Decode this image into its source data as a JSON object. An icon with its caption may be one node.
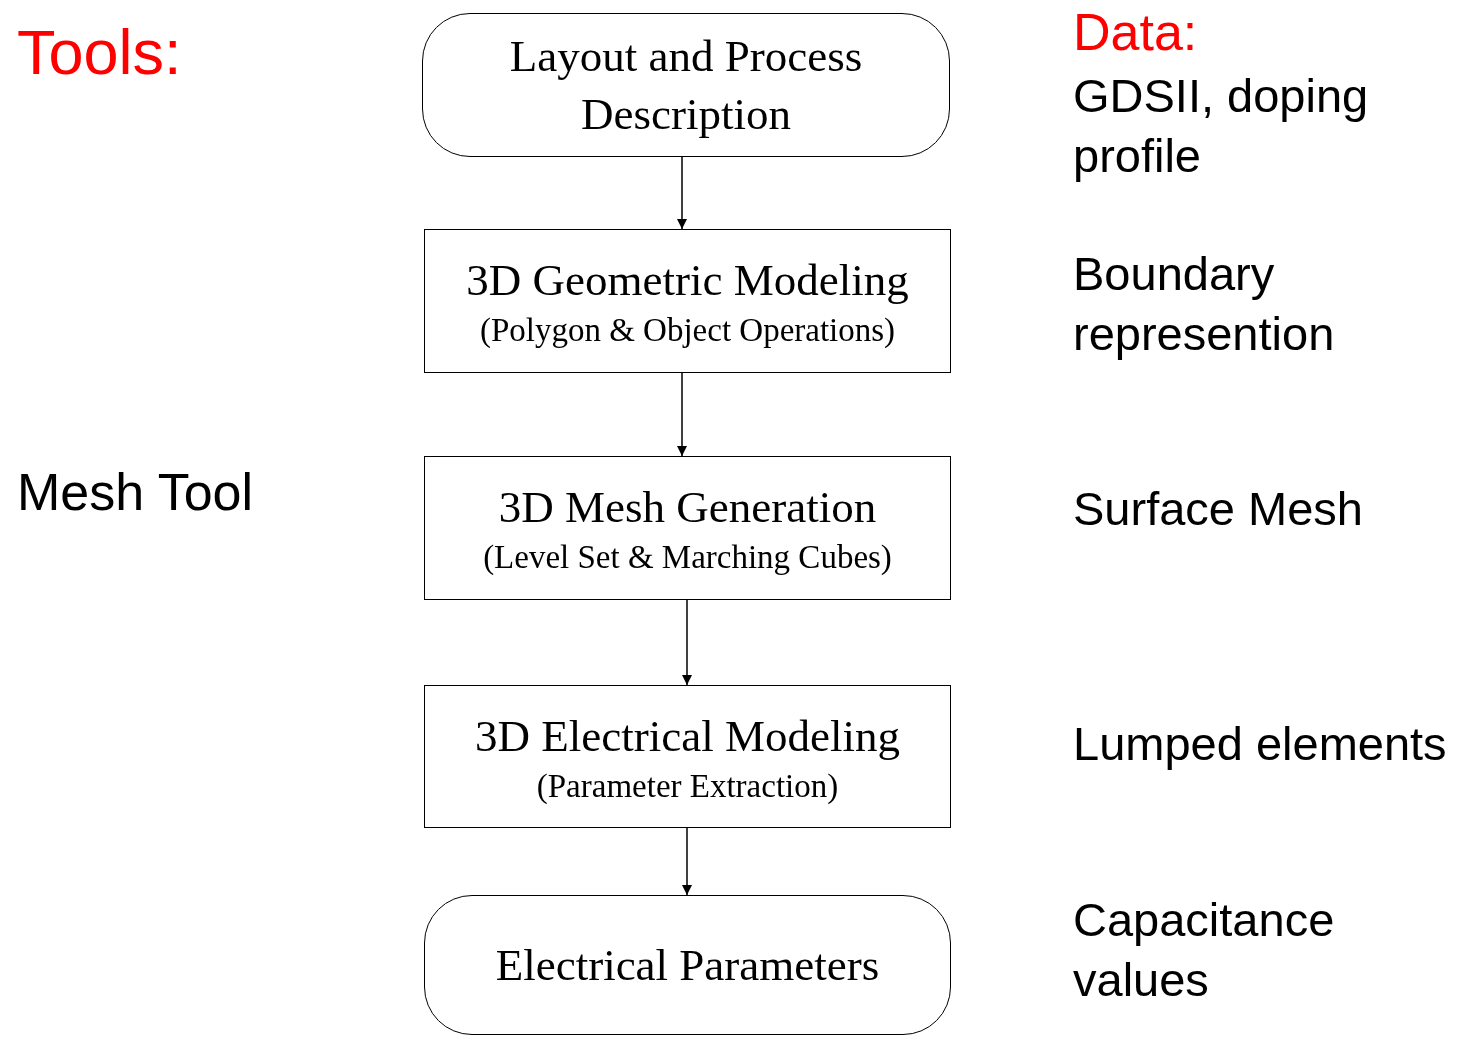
{
  "diagram": {
    "nodes": [
      {
        "text": [
          "Layout and Process Description"
        ]
      },
      {
        "text": [
          "3D Geometric Modeling",
          "(Polygon & Object Operations)"
        ]
      },
      {
        "text": [
          "3D Mesh Generation",
          "(Level Set & Marching Cubes)"
        ]
      },
      {
        "text": [
          "3D Electrical Modeling",
          "(Parameter Extraction)"
        ]
      },
      {
        "text": [
          "Electrical Parameters"
        ]
      }
    ],
    "edges": [
      {
        "from": 0,
        "to": 1,
        "arrow": "to"
      },
      {
        "from": 1,
        "to": 2,
        "arrow": "to"
      },
      {
        "from": 2,
        "to": 3,
        "arrow": "to"
      },
      {
        "from": 3,
        "to": 4,
        "arrow": "to"
      }
    ],
    "labels": [
      "Tools:",
      "Data:",
      "GDSII, doping profile",
      "Boundary represention",
      "Mesh Tool",
      "Surface Mesh",
      "Lumped elements",
      "Capacitance values"
    ]
  }
}
